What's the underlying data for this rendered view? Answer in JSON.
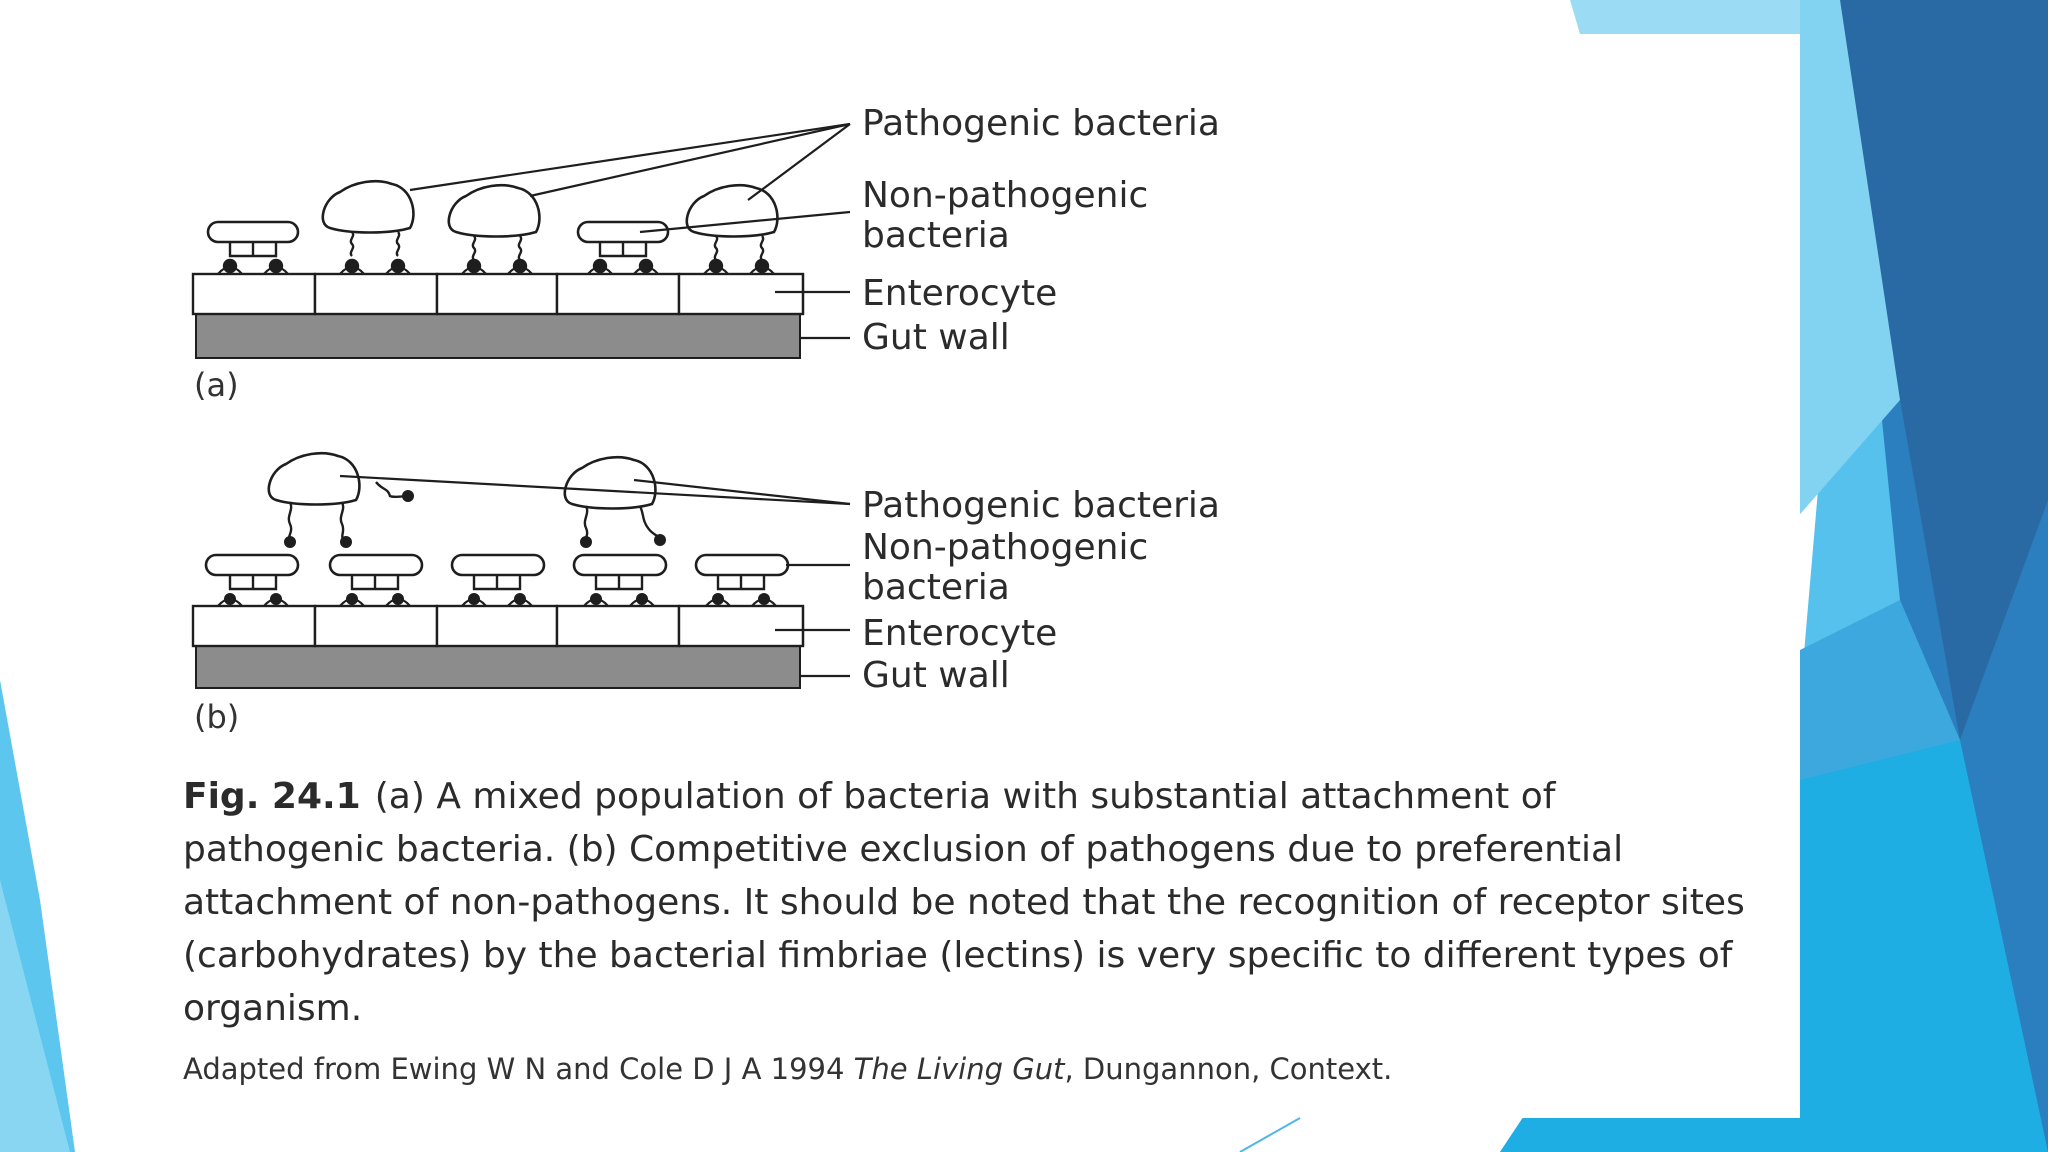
{
  "colors": {
    "background": "#ffffff",
    "accent_dark": "#2b6aa3",
    "accent_mid": "#2f96d4",
    "accent_light": "#7fd0f0",
    "gut_wall": "#8c8c8c",
    "line": "#1e1e1e"
  },
  "panel_a": {
    "label": "(a)",
    "pathogenic": "Pathogenic bacteria",
    "non_pathogenic_1": "Non-pathogenic",
    "non_pathogenic_2": "bacteria",
    "enterocyte": "Enterocyte",
    "gut_wall": "Gut wall"
  },
  "panel_b": {
    "label": "(b)",
    "pathogenic": "Pathogenic bacteria",
    "non_pathogenic_1": "Non-pathogenic",
    "non_pathogenic_2": "bacteria",
    "enterocyte": "Enterocyte",
    "gut_wall": "Gut wall"
  },
  "caption": {
    "figure": "Fig. 24.1",
    "text": "(a) A mixed population of bacteria with substantial attachment of pathogenic bacteria. (b) Competitive exclusion of pathogens due to preferential attachment of non-pathogens. It should be noted that the recognition of receptor sites (carbohydrates) by the bacterial fimbriae (lectins) is very specific to different types of organism."
  },
  "source": {
    "prefix": "Adapted from Ewing W N and Cole D J A 1994 ",
    "title": "The Living Gut",
    "suffix": ", Dungannon, Context."
  }
}
